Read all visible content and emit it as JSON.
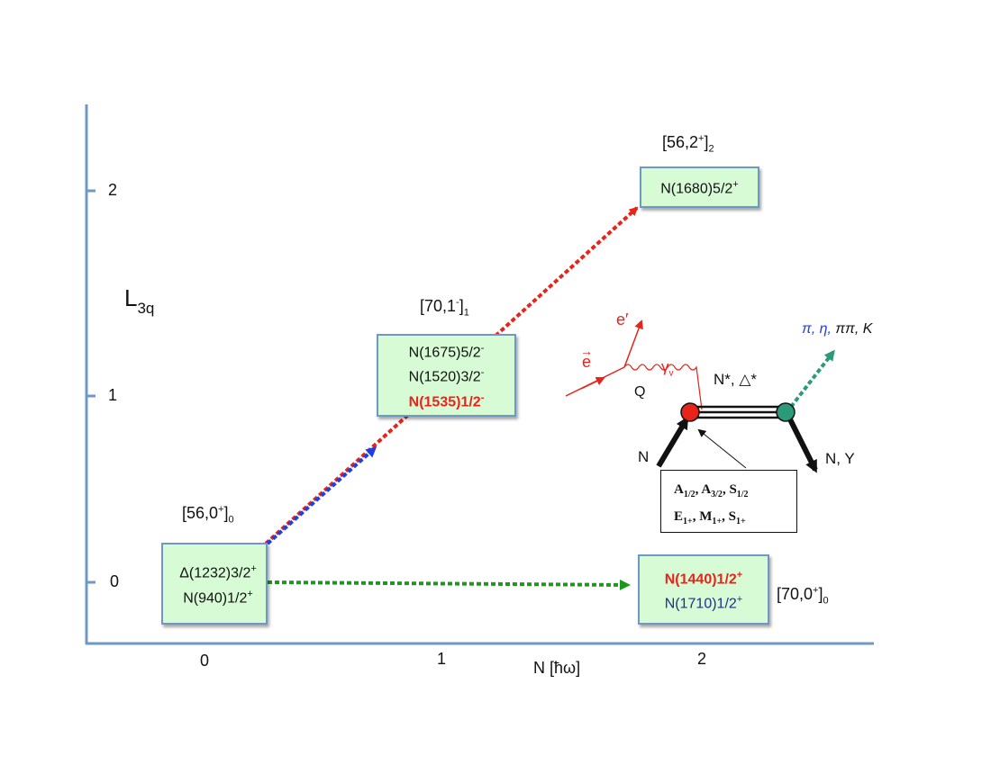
{
  "axes": {
    "y_label_main": "L",
    "y_label_sub": "3q",
    "x_label": "N [ħω]",
    "y_ticks": [
      "2",
      "1",
      "0"
    ],
    "x_ticks": [
      "0",
      "1",
      "2"
    ]
  },
  "multiplets": {
    "m56_0": {
      "base": "[56,0",
      "sup": "+",
      "close": "]",
      "sub": "0"
    },
    "m70_1": {
      "base": "[70,1",
      "sup": "-",
      "close": "]",
      "sub": "1"
    },
    "m56_2": {
      "base": "[56,2",
      "sup": "+",
      "close": "]",
      "sub": "2"
    },
    "m70_0": {
      "base": "[70,0",
      "sup": "+",
      "close": "]",
      "sub": "0"
    }
  },
  "states": {
    "ground": [
      {
        "text": "Δ(1232)3/2",
        "sup": "+"
      },
      {
        "text": "N(940)1/2",
        "sup": "+"
      }
    ],
    "first": [
      {
        "text": "N(1675)5/2",
        "sup": "-"
      },
      {
        "text": "N(1520)3/2",
        "sup": "-"
      },
      {
        "text": "N(1535)1/2",
        "sup": "-"
      }
    ],
    "second_l2": [
      {
        "text": "N(1680)5/2",
        "sup": "+"
      }
    ],
    "second_l0": [
      {
        "text": "N(1440)1/2",
        "sup": "+"
      },
      {
        "text": "N(1710)1/2",
        "sup": "+"
      }
    ]
  },
  "reaction": {
    "e_in": "e",
    "e_out": "e′",
    "photon": "γ",
    "photon_sub": "v",
    "q": "Q",
    "resonance": "N*, △*",
    "nucleon_in": "N",
    "products_in": "N, Y",
    "decay_pi": "π,",
    "decay_eta": "η,",
    "decay_rest": "ππ, K",
    "amplitudes_row1": [
      {
        "base": "A",
        "sub": "1/2",
        "sep": ", "
      },
      {
        "base": "A",
        "sub": "3/2",
        "sep": ", "
      },
      {
        "base": "S",
        "sub": "1/2",
        "sep": ""
      }
    ],
    "amplitudes_row2": [
      {
        "base": "E",
        "sub": "1+",
        "sep": ", "
      },
      {
        "base": "M",
        "sub": "1+",
        "sep": ", "
      },
      {
        "base": "S",
        "sub": "1+",
        "sep": ""
      }
    ]
  },
  "colors": {
    "axis": "#6e99c6",
    "box_fill": "#d7fbd5",
    "red_arrow": "#e8231a",
    "blue_arrow": "#1f3fe0",
    "green_arrow": "#1a9a1a",
    "teal": "#2a9a7a",
    "dark_blue_text": "#1f2f8f"
  }
}
